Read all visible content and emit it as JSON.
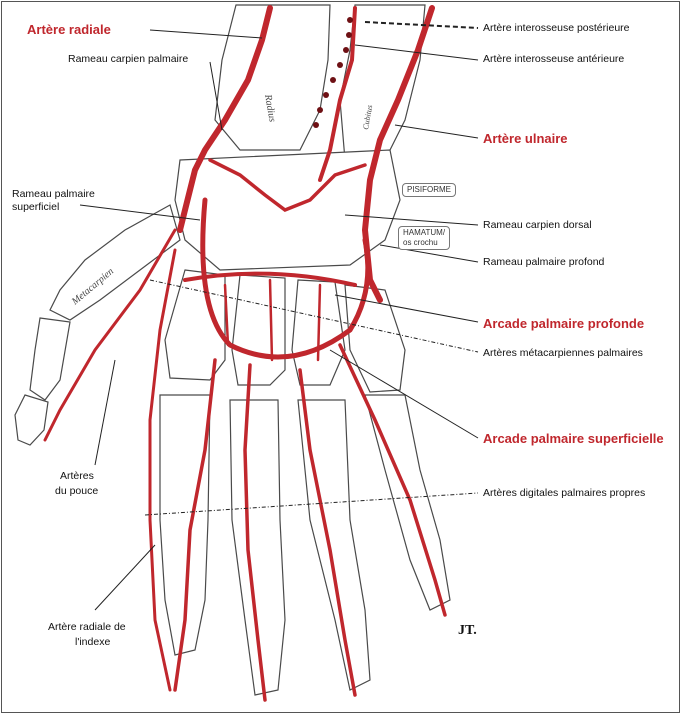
{
  "labels": {
    "artere_radiale": "Artère radiale",
    "rameau_carpien_palmaire": "Rameau carpien palmaire",
    "rameau_palmaire_superficiel_1": "Rameau palmaire",
    "rameau_palmaire_superficiel_2": "superficiel",
    "interosseuse_posterieure": "Artère interosseuse postérieure",
    "interosseuse_anterieure": "Artère interosseuse antérieure",
    "artere_ulnaire": "Artère ulnaire",
    "rameau_carpien_dorsal": "Rameau carpien dorsal",
    "rameau_palmaire_profond": "Rameau palmaire profond",
    "arcade_profonde": "Arcade palmaire profonde",
    "metacarpiennes": "Artères métacarpiennes palmaires",
    "arcade_superficielle": "Arcade palmaire superficielle",
    "pouce_1": "Artères",
    "pouce_2": "du pouce",
    "digitales": "Artères digitales palmaires propres",
    "radiale_index_1": "Artère radiale de",
    "radiale_index_2": "l'indexe",
    "signature": "JT."
  },
  "bone_labels": {
    "radius": "Radius",
    "cubitus": "Cubitus",
    "metacarpien": "Metacarpien"
  },
  "boxes": {
    "pisiforme": "PISIFORME",
    "hamatum_1": "HAMATUM/",
    "hamatum_2": "os crochu"
  },
  "colors": {
    "artery": "#c0272d",
    "artery_dark": "#6e1014",
    "bone_outline": "#4a4a4a",
    "label_red": "#c0272d"
  }
}
